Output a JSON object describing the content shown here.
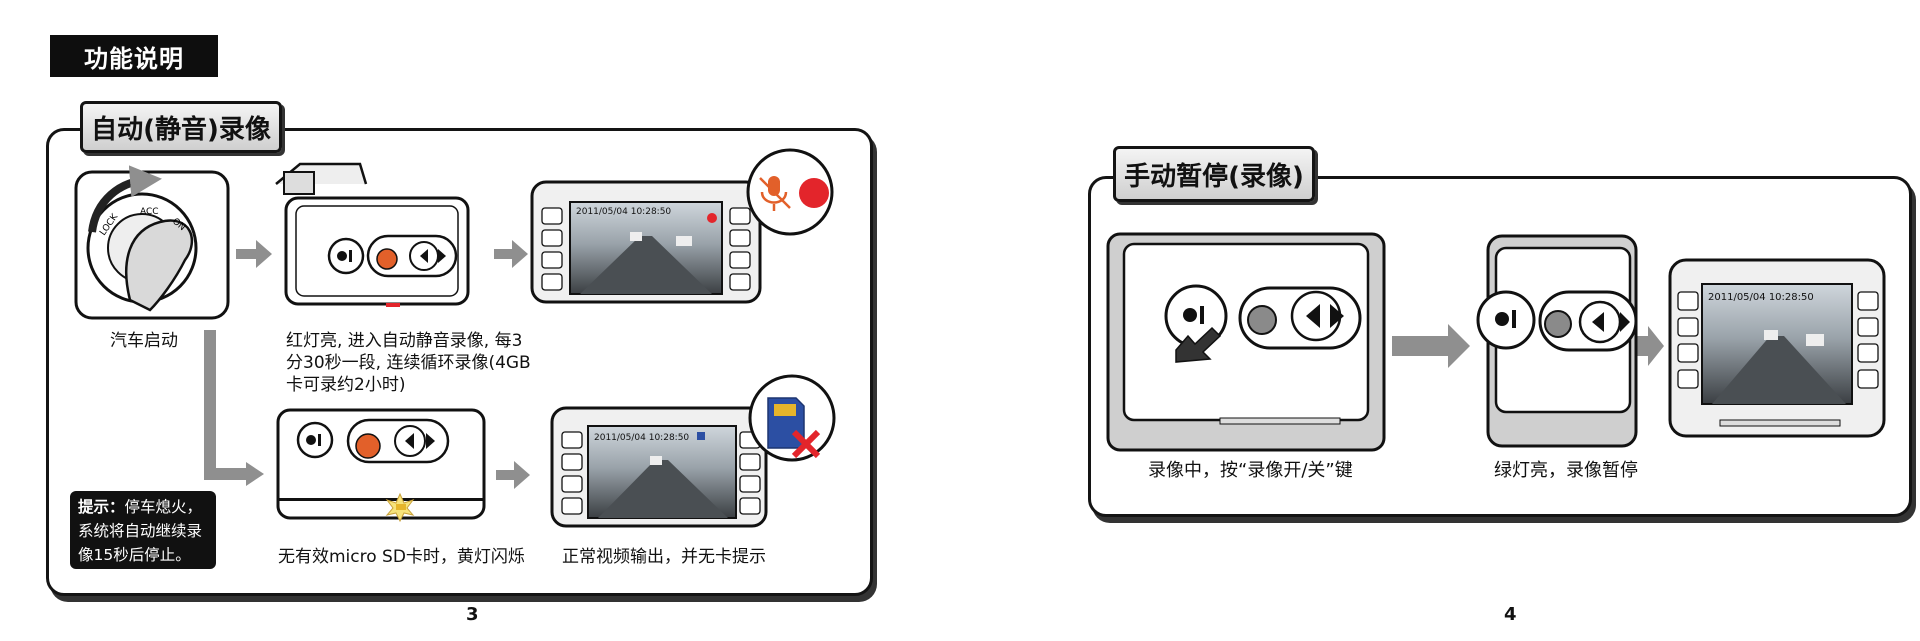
{
  "header": {
    "title": "功能说明"
  },
  "left_panel": {
    "tab_title": "自动(静音)录像",
    "ignition_caption": "汽车启动",
    "ignition_labels": [
      "LOCK",
      "ACC",
      "ON"
    ],
    "red_light_caption": [
      "红灯亮, 进入自动静音录像, 每3",
      "分30秒一段, 连续循环录像(4GB",
      "卡可录约2小时)"
    ],
    "no_card_caption": "无有效micro SD卡时，黄灯闪烁",
    "normal_output_caption": "正常视频输出，并无卡提示",
    "screen_timestamp_1": "2011/05/04 10:28:50",
    "screen_timestamp_2": "2011/05/04 10:28:50",
    "note_label": "提示：",
    "note_text": [
      "停车熄火，",
      "系统将自动继续录",
      "像15秒后停止。"
    ]
  },
  "right_panel": {
    "tab_title": "手动暂停(录像)",
    "press_caption": "录像中，按“录像开/关”键",
    "green_caption": "绿灯亮，录像暂停",
    "screen_timestamp": "2011/05/04 10:28:50"
  },
  "page_numbers": {
    "left": "3",
    "right": "4"
  },
  "colors": {
    "record_red": "#e3252b",
    "led_orange": "#e2602a",
    "led_green_gray": "#8a8a8a",
    "sd_blue": "#2c4fa3",
    "arrow_gray": "#8f8f8f"
  }
}
